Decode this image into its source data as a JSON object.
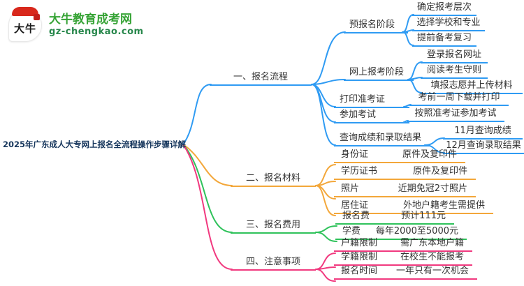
{
  "logo": {
    "icon_text": "大牛",
    "site_name": "大牛教育成考网",
    "site_url": "gz-chengkao.com"
  },
  "colors": {
    "branch1_blue": "#2f9bf3",
    "branch2_orange": "#f3a73a",
    "branch3_green": "#2fc25b",
    "branch4_pink": "#f1397f",
    "brand_green": "#36a335",
    "root_text": "#16365c"
  },
  "root": {
    "label": "2025年广东成人大专网上报名全流程操作步骤详解"
  },
  "branches": [
    {
      "label": "一、报名流程",
      "color": "#2f9bf3",
      "children": [
        {
          "label": "预报名阶段",
          "children": [
            {
              "label": "确定报考层次"
            },
            {
              "label": "选择学校和专业"
            },
            {
              "label": "提前备考复习"
            }
          ]
        },
        {
          "label": "网上报考阶段",
          "children": [
            {
              "label": "登录报名网址"
            },
            {
              "label": "阅读考生守则"
            },
            {
              "label": "填报志愿并上传材料"
            }
          ]
        },
        {
          "label": "打印准考证",
          "children": [
            {
              "label": "考前一周下载并打印"
            }
          ]
        },
        {
          "label": "参加考试",
          "children": [
            {
              "label": "按照准考证参加考试"
            }
          ]
        },
        {
          "label": "查询成绩和录取结果",
          "children": [
            {
              "label": "11月查询成绩"
            },
            {
              "label": "12月查询录取结果"
            }
          ]
        }
      ]
    },
    {
      "label": "二、报名材料",
      "color": "#f3a73a",
      "children": [
        {
          "label": "身份证",
          "children": [
            {
              "label": "原件及复印件"
            }
          ]
        },
        {
          "label": "学历证书",
          "children": [
            {
              "label": "原件及复印件"
            }
          ]
        },
        {
          "label": "照片",
          "children": [
            {
              "label": "近期免冠2寸照片"
            }
          ]
        },
        {
          "label": "居住证",
          "children": [
            {
              "label": "外地户籍考生需提供"
            }
          ]
        }
      ]
    },
    {
      "label": "三、报名费用",
      "color": "#2fc25b",
      "children": [
        {
          "label": "报名费",
          "children": [
            {
              "label": "预计111元"
            }
          ]
        },
        {
          "label": "学费",
          "children": [
            {
              "label": "每年2000至5000元"
            }
          ]
        }
      ]
    },
    {
      "label": "四、注意事项",
      "color": "#f1397f",
      "children": [
        {
          "label": "户籍限制",
          "children": [
            {
              "label": "需广东本地户籍"
            }
          ]
        },
        {
          "label": "学籍限制",
          "children": [
            {
              "label": "在校生不能报考"
            }
          ]
        },
        {
          "label": "报名时间",
          "children": [
            {
              "label": "一年只有一次机会"
            }
          ]
        }
      ]
    }
  ]
}
